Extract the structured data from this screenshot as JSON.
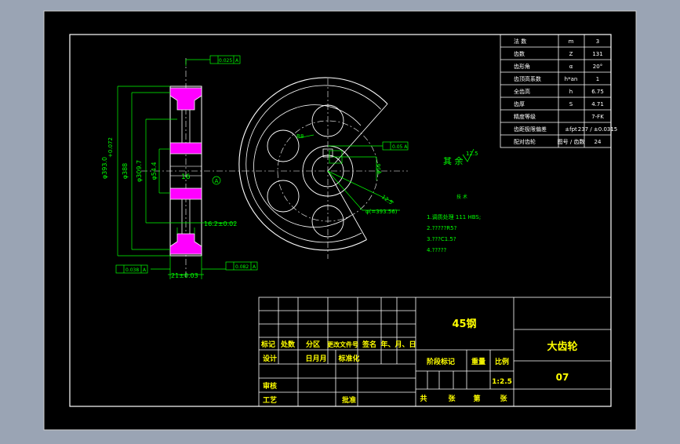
{
  "colors": {
    "background_outer": "#9aa4b4",
    "canvas": "#000000",
    "line": "#ffffff",
    "dimension": "#00ff00",
    "section": "#ff00ff",
    "title_text": "#ffff00"
  },
  "params_table": [
    {
      "name": "法 数",
      "symbol": "m",
      "value": "3"
    },
    {
      "name": "齿数",
      "symbol": "Z",
      "value": "131"
    },
    {
      "name": "齿形角",
      "symbol": "α",
      "value": "20°"
    },
    {
      "name": "齿顶高系数",
      "symbol": "h*an",
      "value": "1"
    },
    {
      "name": "全齿高",
      "symbol": "h",
      "value": "6.75"
    },
    {
      "name": "齿厚",
      "symbol": "S",
      "value": "4.71"
    },
    {
      "name": "精度等级",
      "symbol": "",
      "value": "7-FK"
    },
    {
      "name": "齿距极限偏差",
      "symbol": "±fpt",
      "value": "237 / ±0.0315"
    },
    {
      "name": "配对齿轮",
      "symbol": "图号 / 齿数",
      "value": "24"
    }
  ],
  "side_view": {
    "dims_vertical": [
      "φ393.0",
      "φ388",
      "φ309.7",
      "φ54.4"
    ],
    "tolerance_top": "+0.072",
    "tolerance_bottom": "0",
    "hub_width": "16.2±0.02",
    "face_width": "21±0.03",
    "chamfer": "16",
    "datum": "A",
    "fcf_top": "0.025",
    "fcf_bottom_left": "0.038",
    "fcf_bottom_right": "0.082"
  },
  "front_view": {
    "labels": [
      "R8",
      "0.05 A",
      "φ56",
      "12.5",
      "φ(=393.56)"
    ]
  },
  "roughness": {
    "label": "其 余",
    "value": "12.5"
  },
  "notes": {
    "title": "技 术",
    "items": [
      "1.调质处理 111 HBS;",
      "2.?????R5?",
      "3.???C1.5?",
      "4.?????"
    ]
  },
  "title_block": {
    "material": "45钢",
    "part_name": "大齿轮",
    "drawing_no": "07",
    "scale": "1:2.5",
    "labels": {
      "mark": "标记",
      "count": "处数",
      "zone": "分区",
      "change_doc": "更改文件号",
      "sign": "签名",
      "date": "年、月、日",
      "design": "设计",
      "date2": "日月月",
      "standardize": "标准化",
      "stage_mark": "阶段标记",
      "weight": "重量",
      "ratio": "比例",
      "review": "审核",
      "process": "工艺",
      "approve": "批准",
      "total": "共",
      "sheet": "张",
      "no": "第",
      "sheet2": "张"
    }
  }
}
